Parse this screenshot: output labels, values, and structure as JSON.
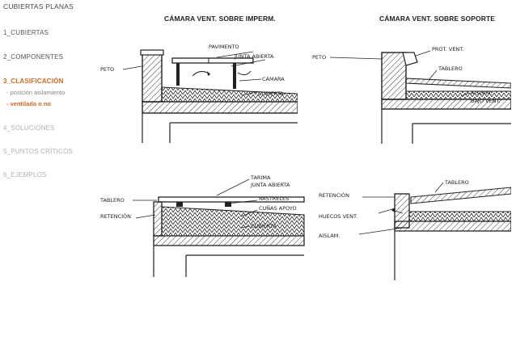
{
  "sidebar": {
    "title": "CUBIERTAS PLANAS",
    "items": [
      {
        "label": "1_CUBIERTAS"
      },
      {
        "label": "2_COMPONENTES"
      },
      {
        "label": "3_CLASIFICACIÓN"
      },
      {
        "label": "4_SOLUCIONES"
      },
      {
        "label": "5_PUNTOS CRÍTICOS"
      },
      {
        "label": "6_EJEMPLOS"
      }
    ],
    "subitems": [
      {
        "label": "- posición aislamiento"
      },
      {
        "label": "- ventilada o no"
      }
    ]
  },
  "main": {
    "headings": [
      {
        "text": "CÁMARA VENT. SOBRE IMPERM."
      },
      {
        "text": "CÁMARA VENT. SOBRE SOPORTE"
      }
    ],
    "sketch1": {
      "labels": [
        "PAVIMENTO",
        "JUNTA ABIERTA",
        "PETO",
        "CÁMARA",
        "CUBIERTA"
      ]
    },
    "sketch2": {
      "labels": [
        "PETO",
        "PROT. VENT.",
        "TABLERO",
        "AISLAM.",
        "BAJO VENT."
      ]
    },
    "sketch3": {
      "labels": [
        "TARIMA",
        "JUNTA ABIERTA",
        "TABLERO",
        "RASTRELES",
        "RETENCIÓN",
        "CUÑAS APOYO",
        "CUBIERTA"
      ]
    },
    "sketch4": {
      "labels": [
        "TABLERO",
        "RETENCIÓN",
        "HUECOS VENT.",
        "AISLAM."
      ]
    }
  }
}
